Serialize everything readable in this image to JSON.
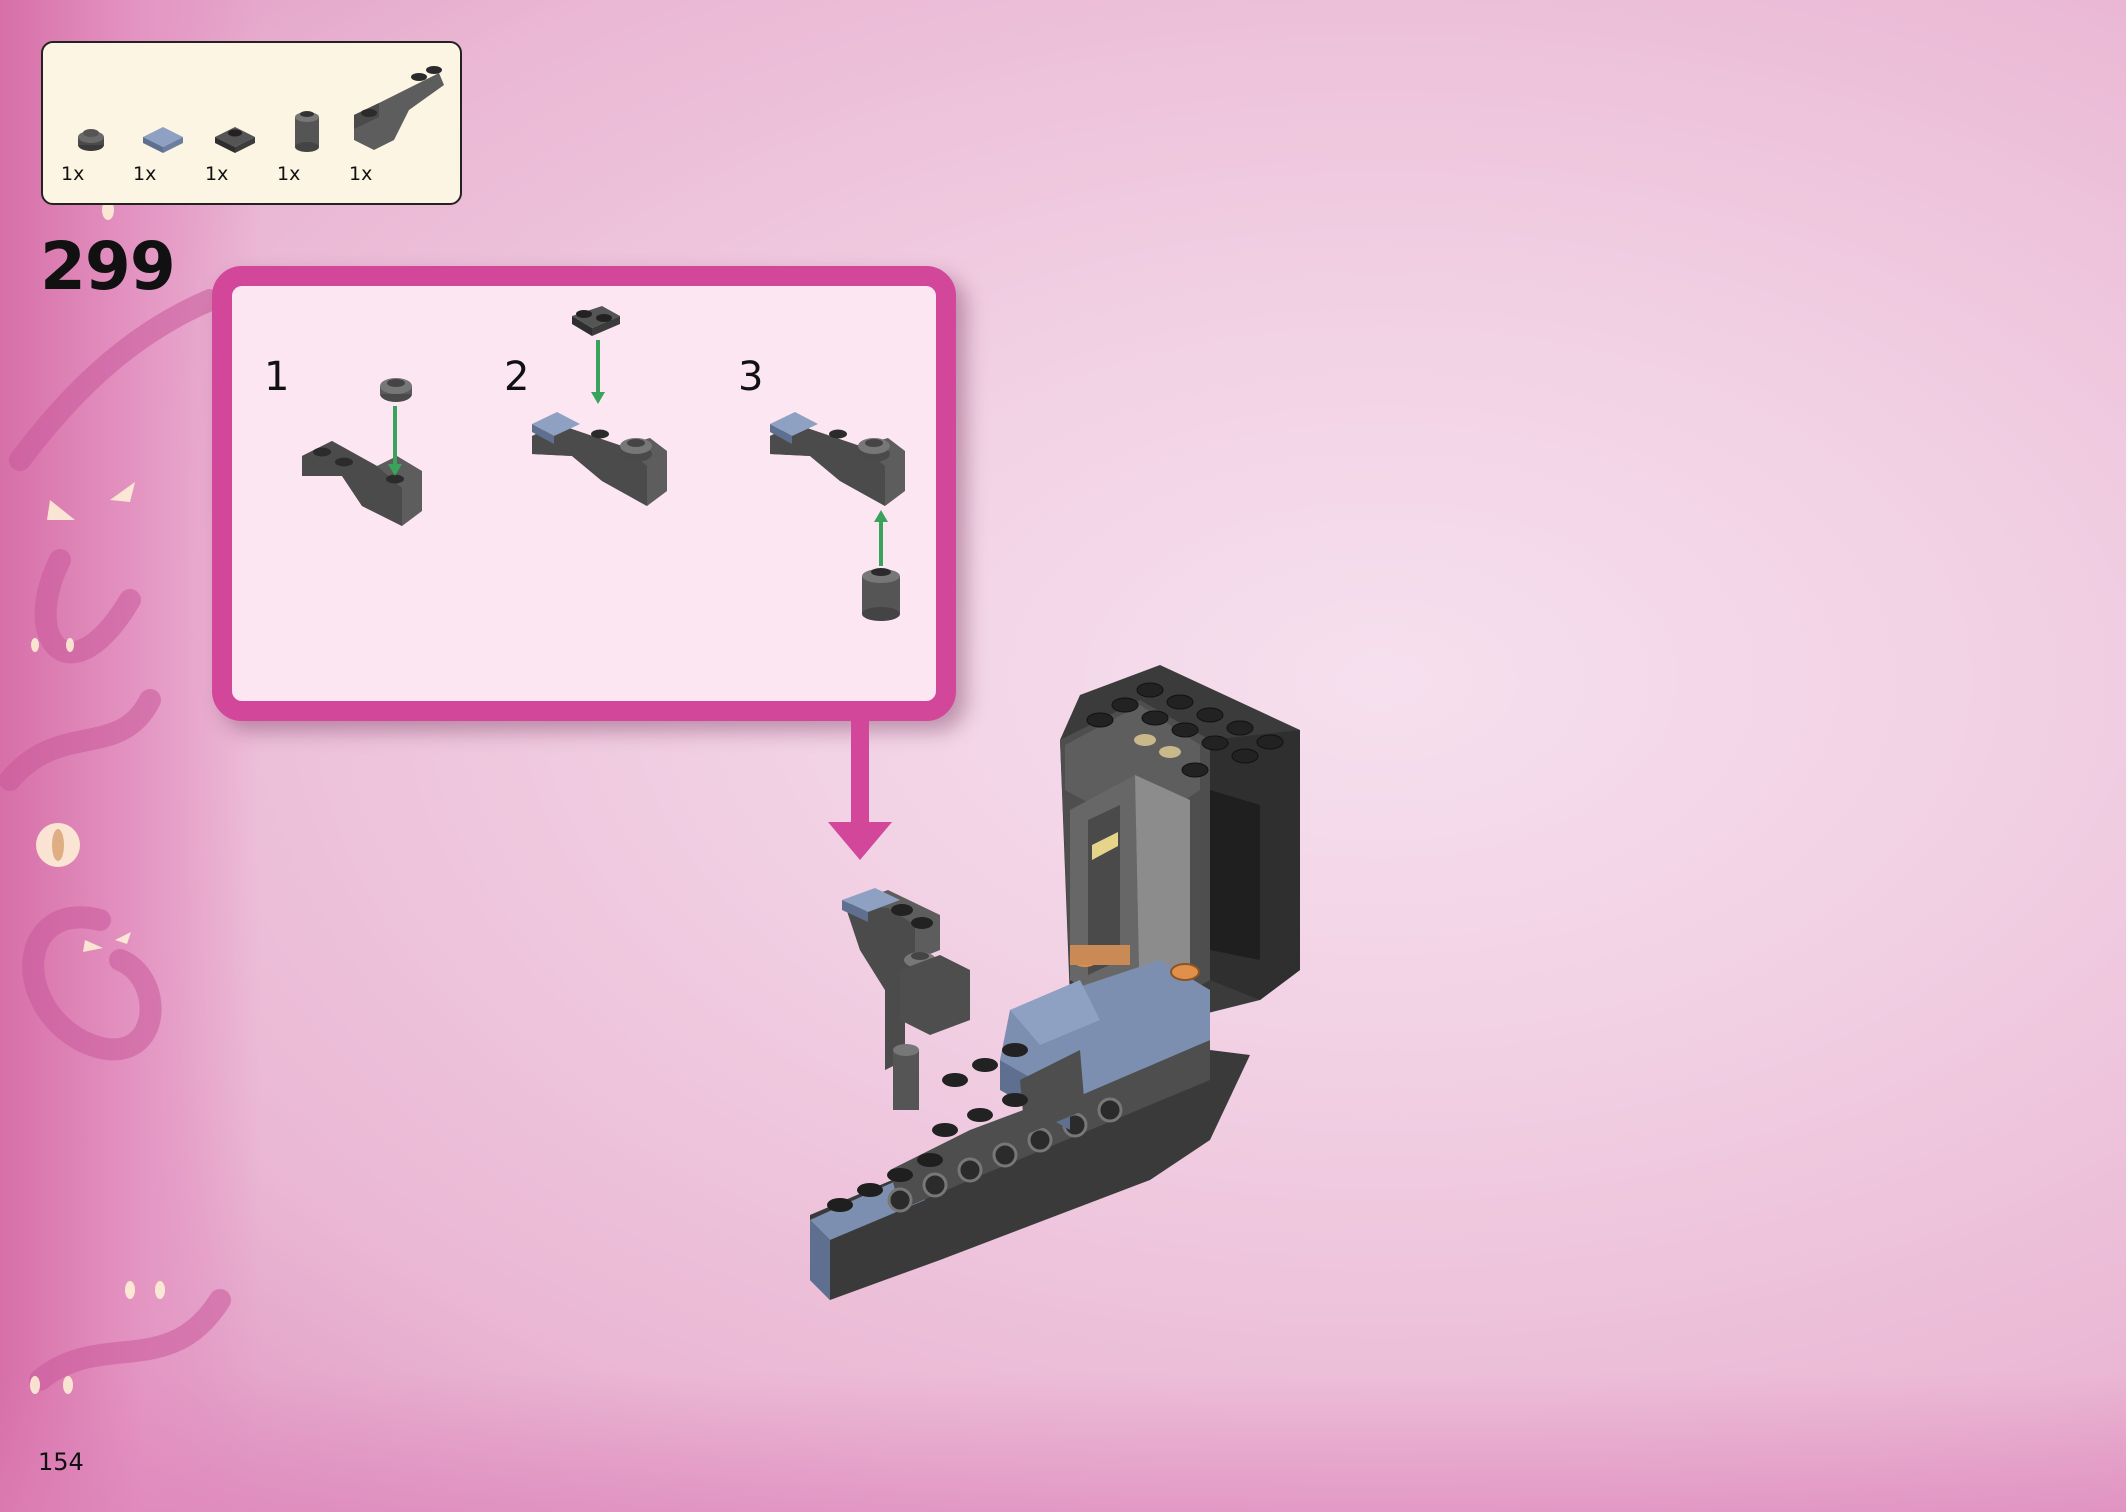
{
  "page": {
    "page_number": "154"
  },
  "step": {
    "number": "299"
  },
  "parts_list": {
    "items": [
      {
        "name": "round-plate-1x1-dark-grey",
        "qty": "1x"
      },
      {
        "name": "tile-1x1-sand-blue",
        "qty": "1x"
      },
      {
        "name": "plate-1x1-black",
        "qty": "1x"
      },
      {
        "name": "round-brick-1x1-dark-grey",
        "qty": "1x"
      },
      {
        "name": "arch-brick-dark-grey",
        "qty": "1x"
      }
    ]
  },
  "substeps": [
    {
      "label": "1"
    },
    {
      "label": "2"
    },
    {
      "label": "3"
    }
  ],
  "colors": {
    "callout_border": "#d2479a",
    "callout_fill": "#fbe6f1",
    "parts_box_fill": "#fdf5e4",
    "dark_grey": "#5a5a5a",
    "black": "#2b2b2b",
    "sand_blue": "#7d8fb0",
    "assembly_arrow": "#3aa35b",
    "orange": "#e0904a"
  }
}
